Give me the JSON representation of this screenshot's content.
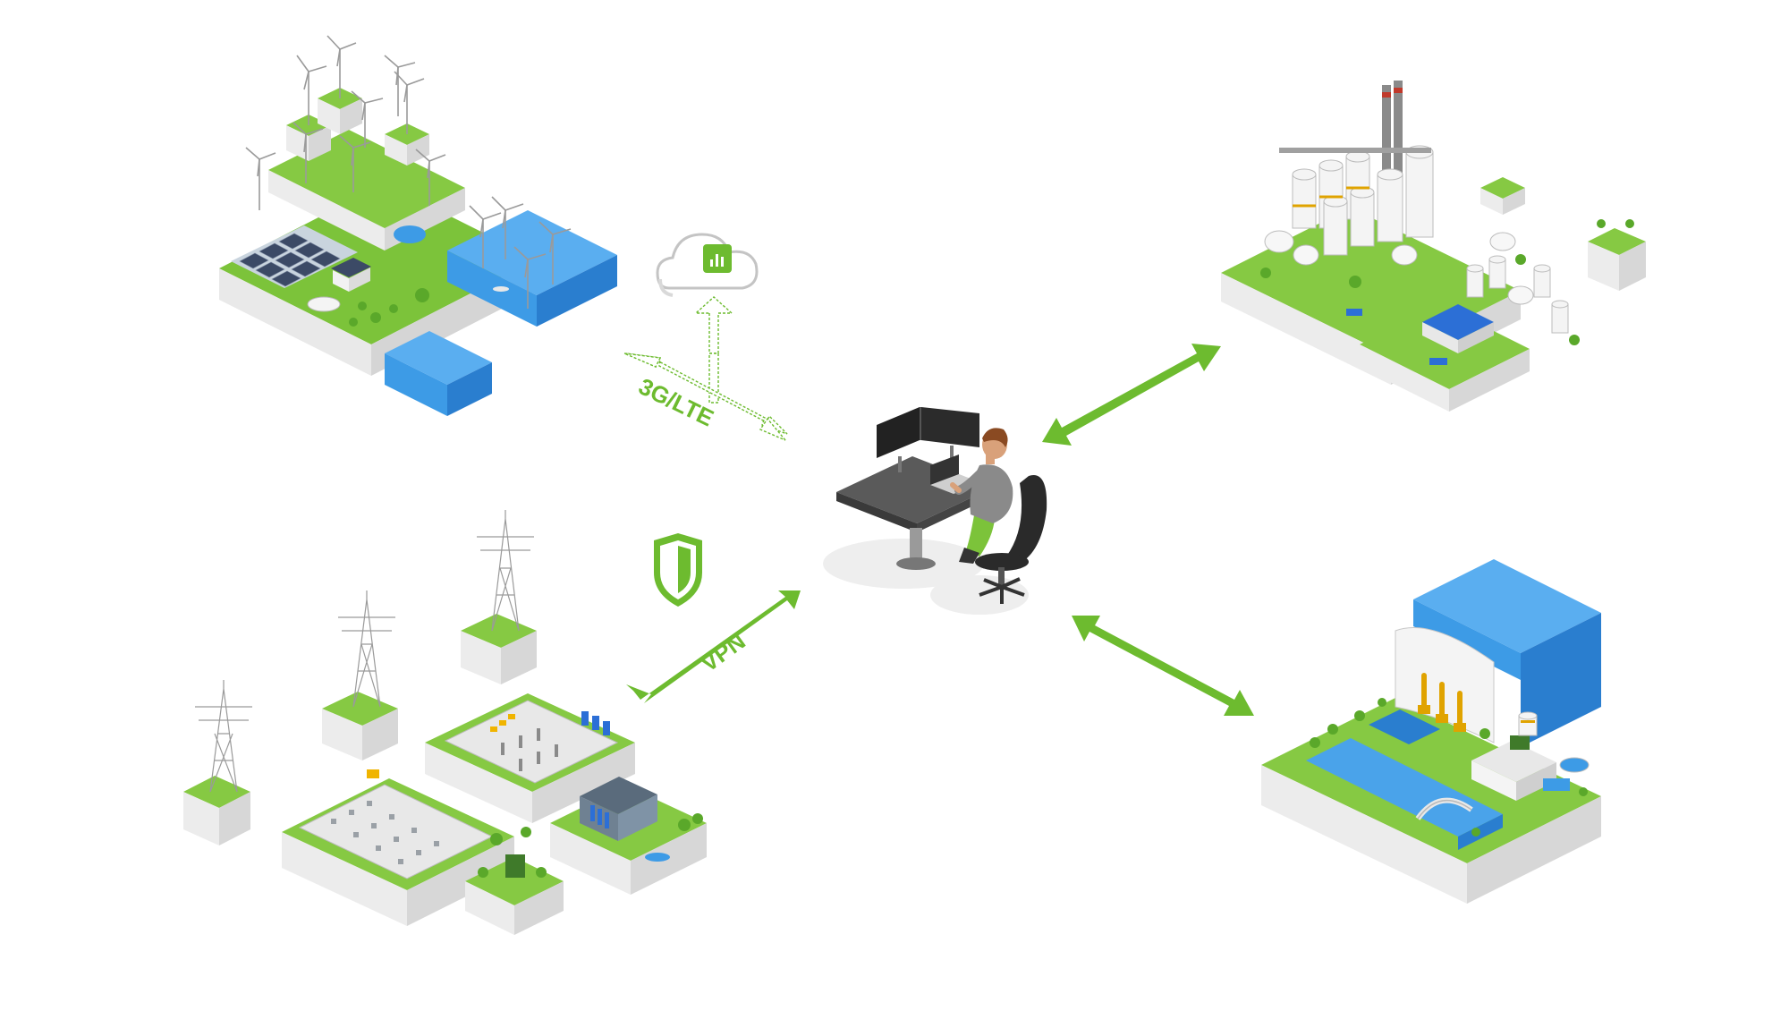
{
  "labels": {
    "cellular": "3G/LTE",
    "vpn": "VPN"
  },
  "colors": {
    "green": "#6dbb2f",
    "green_dark": "#4f9a1c",
    "green_light": "#a6d66c",
    "water": "#3d9be6",
    "water_dark": "#2a7ecf",
    "water_light": "#7cc1f2",
    "white": "#ffffff",
    "shade": "#e6e6e6",
    "shade_dark": "#cfcfcf",
    "steel": "#8a9199",
    "panel": "#3c4a66",
    "screen": "#222222",
    "skin": "#d9a17a",
    "hair": "#8a4a22"
  },
  "icons": {
    "cloud": "cloud-analytics-icon",
    "shield": "shield-icon"
  },
  "nodes": [
    "renewable-energy-site",
    "power-grid-substation",
    "chemical-plant",
    "water-treatment-dam"
  ]
}
